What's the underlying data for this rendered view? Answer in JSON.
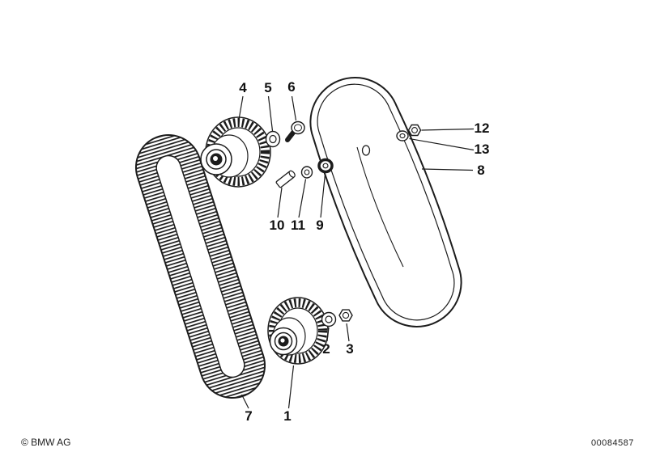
{
  "page": {
    "background_color": "#ffffff",
    "line_color": "#1c1c1c"
  },
  "footer": {
    "copyright": "© BMW AG",
    "document_number": "00084587"
  },
  "diagram": {
    "kind": "exploded-parts-diagram",
    "subject": "timing-belt-drive-with-cover",
    "callouts": [
      {
        "label": "1",
        "target": "crankshaft-toothed-pulley"
      },
      {
        "label": "2",
        "target": "washer-lower"
      },
      {
        "label": "3",
        "target": "nut-lower"
      },
      {
        "label": "4",
        "target": "camshaft-toothed-pulley"
      },
      {
        "label": "5",
        "target": "washer-upper"
      },
      {
        "label": "6",
        "target": "bolt-upper"
      },
      {
        "label": "7",
        "target": "timing-belt"
      },
      {
        "label": "8",
        "target": "belt-cover"
      },
      {
        "label": "9",
        "target": "grommet"
      },
      {
        "label": "10",
        "target": "spacer-sleeve"
      },
      {
        "label": "11",
        "target": "washer-small"
      },
      {
        "label": "12",
        "target": "nut-cover"
      },
      {
        "label": "13",
        "target": "washer-cover"
      }
    ]
  }
}
